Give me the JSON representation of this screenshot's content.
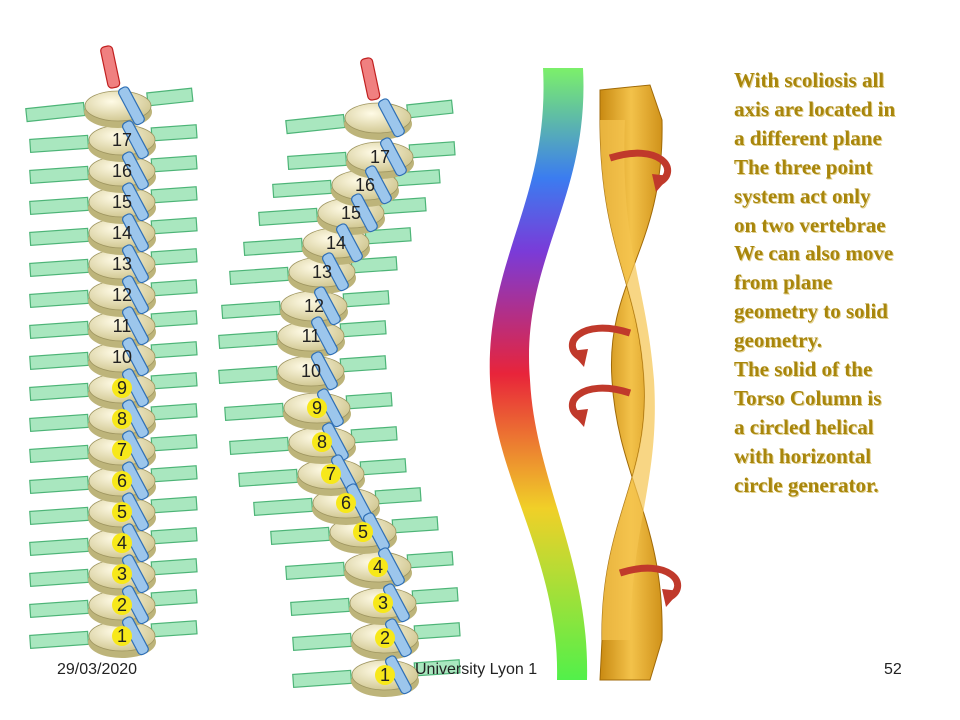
{
  "body_lines": [
    "With scoliosis all",
    "axis are located in",
    "a different plane",
    "The three point",
    "system act only",
    "on two vertebrae",
    "We can also move",
    "from plane",
    "geometry to solid",
    "geometry.",
    "The solid of the",
    "Torso Column is",
    "a circled helical",
    "with horizontal",
    "circle generator."
  ],
  "footer": {
    "date": "29/03/2020",
    "organization": "University Lyon 1",
    "page_number": "52"
  },
  "vertebra_labels": [
    "17",
    "16",
    "15",
    "14",
    "13",
    "12",
    "11",
    "10",
    "9",
    "8",
    "7",
    "6",
    "5",
    "4",
    "3",
    "2",
    "1"
  ],
  "highlighted_labels": [
    "9",
    "8",
    "7",
    "6",
    "5",
    "4",
    "3",
    "2",
    "1"
  ],
  "colors": {
    "text_gold": "#a8860c",
    "rod_green": "#9be3b4",
    "axis_blue": "#9cc6ec",
    "highlight_yellow": "#f7e81a",
    "twist_wood": "#e8aa2a",
    "arrow_red": "#c0392b"
  }
}
